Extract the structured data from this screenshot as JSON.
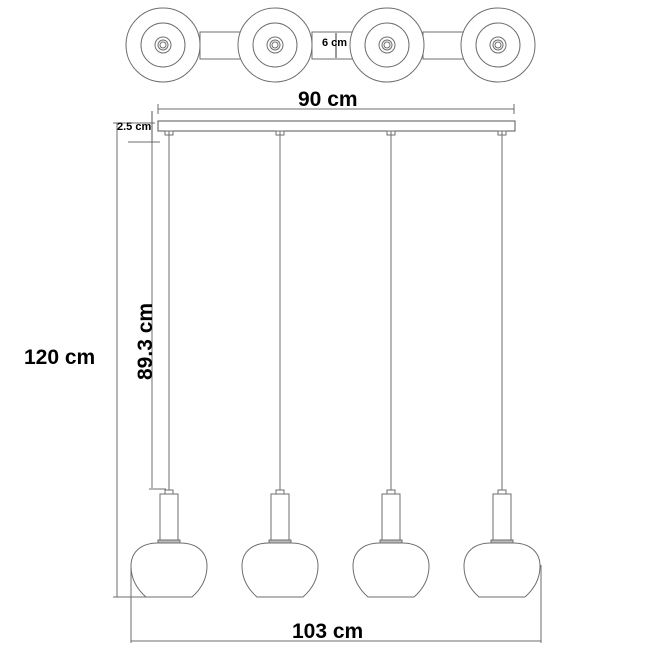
{
  "diagram": {
    "type": "technical-drawing",
    "subject": "4-light linear pendant lamp",
    "top_view": {
      "canopy_count": 4,
      "connector_width_label": "6 cm"
    },
    "front_view": {
      "canopy_length_label": "90 cm",
      "canopy_height_label": "2.5 cm",
      "cable_length_label": "89.3 cm",
      "total_height_label": "120 cm",
      "total_width_label": "103 cm",
      "pendant_count": 4
    },
    "colors": {
      "line": "#6e6e6e",
      "text": "#000000",
      "background": "#ffffff"
    }
  }
}
